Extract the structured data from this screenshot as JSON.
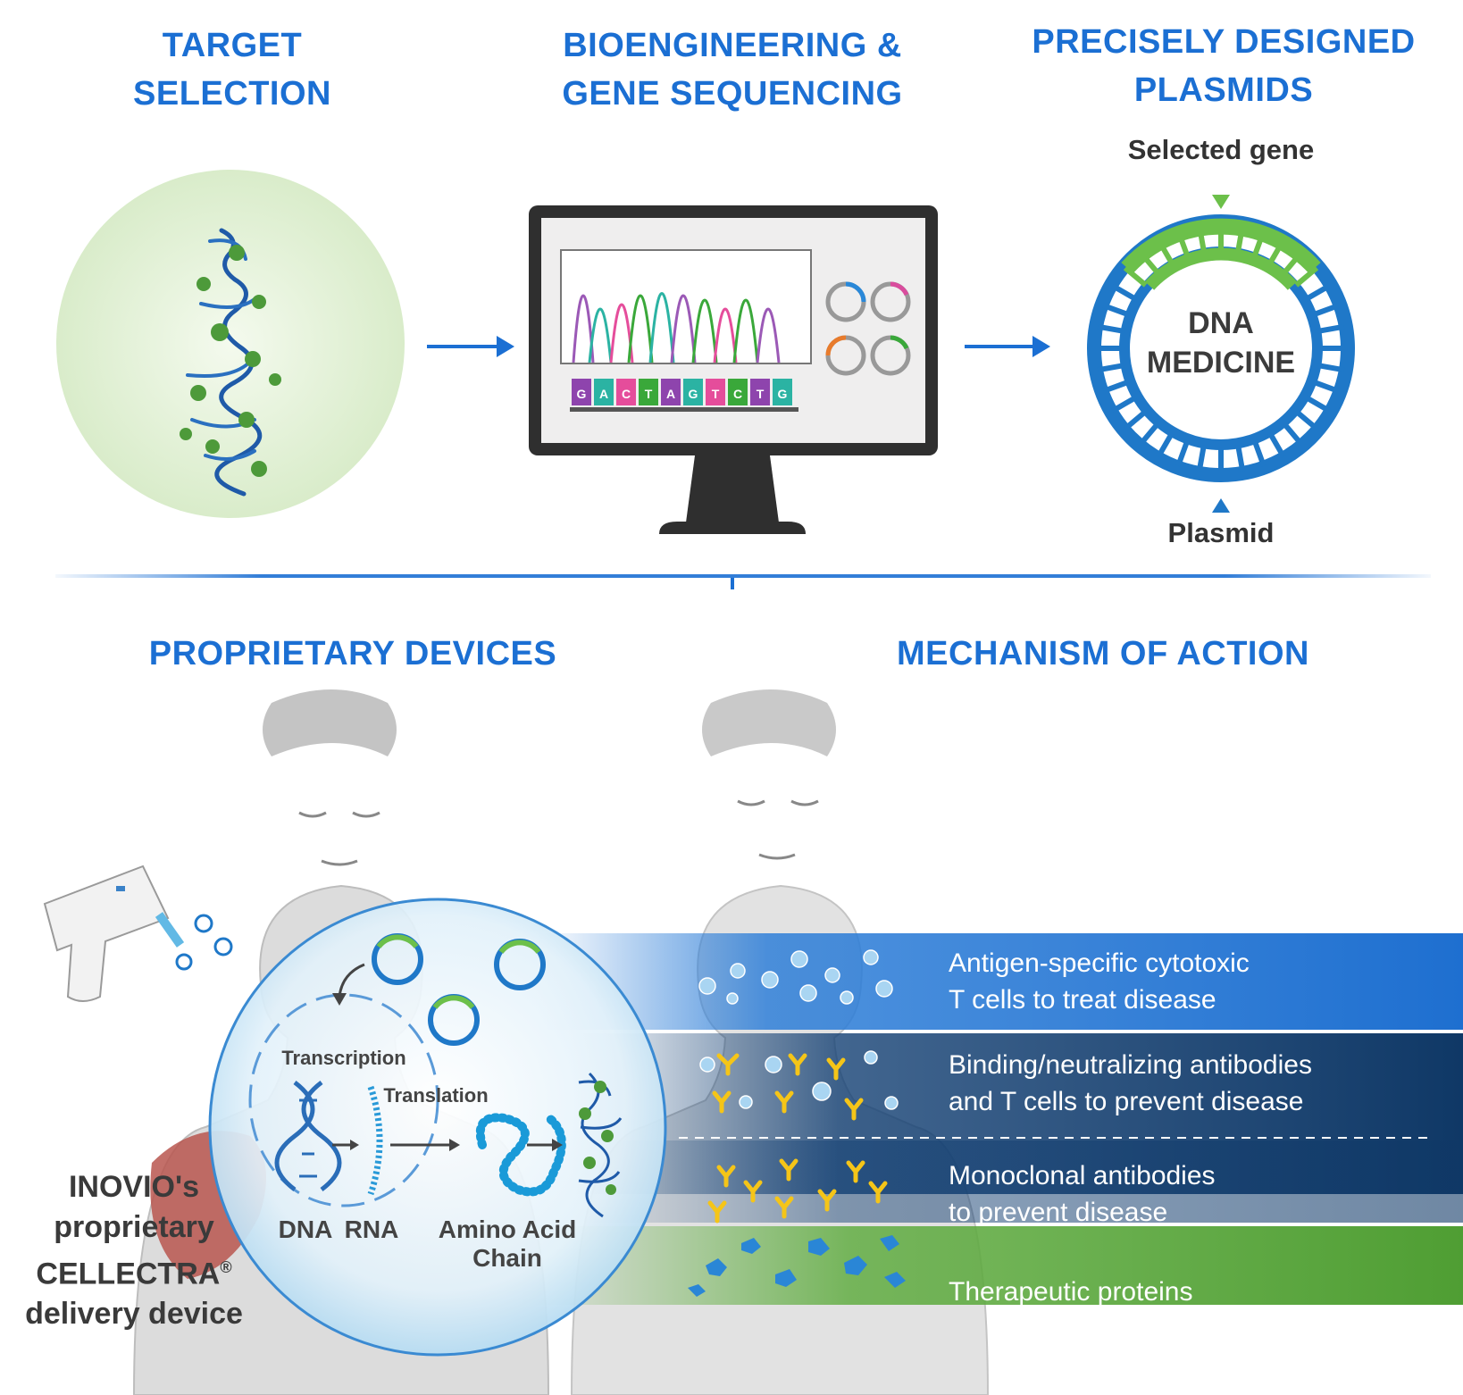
{
  "steps": {
    "target_selection": [
      "TARGET",
      "SELECTION"
    ],
    "bioengineering": [
      "BIOENGINEERING &",
      "GENE SEQUENCING"
    ],
    "plasmids": [
      "PRECISELY DESIGNED",
      "PLASMIDS"
    ]
  },
  "plasmid": {
    "selected_gene": "Selected gene",
    "center_line1": "DNA",
    "center_line2": "MEDICINE",
    "plasmid_label": "Plasmid"
  },
  "sequence_letters": [
    "G",
    "A",
    "C",
    "T",
    "A",
    "G",
    "T",
    "C",
    "T",
    "G"
  ],
  "sections": {
    "devices": "PROPRIETARY DEVICES",
    "mechanism": "MECHANISM OF ACTION"
  },
  "device_caption": {
    "line1": "INOVIO's",
    "line2": "proprietary",
    "line3": "CELLECTRA",
    "registered": "®",
    "line4": "delivery device"
  },
  "process": {
    "transcription": "Transcription",
    "translation": "Translation",
    "dna": "DNA",
    "rna": "RNA",
    "amino_line1": "Amino Acid",
    "amino_line2": "Chain"
  },
  "outcomes": [
    {
      "line1": "Antigen-specific cytotoxic",
      "line2": "T cells to treat disease"
    },
    {
      "line1": "Binding/neutralizing antibodies",
      "line2": "and T cells to prevent disease"
    },
    {
      "line1": "Monoclonal antibodies",
      "line2": "to prevent disease"
    },
    {
      "line1": "Therapeutic proteins"
    }
  ],
  "colors": {
    "brand_blue": "#1b6fd3",
    "plasmid_blue": "#1f78c8",
    "gene_green": "#6cc04a",
    "band_top": "#2f7fd8",
    "band_navy": "#123f73",
    "band_green": "#62ad43",
    "antibody_yellow": "#f5c518"
  }
}
